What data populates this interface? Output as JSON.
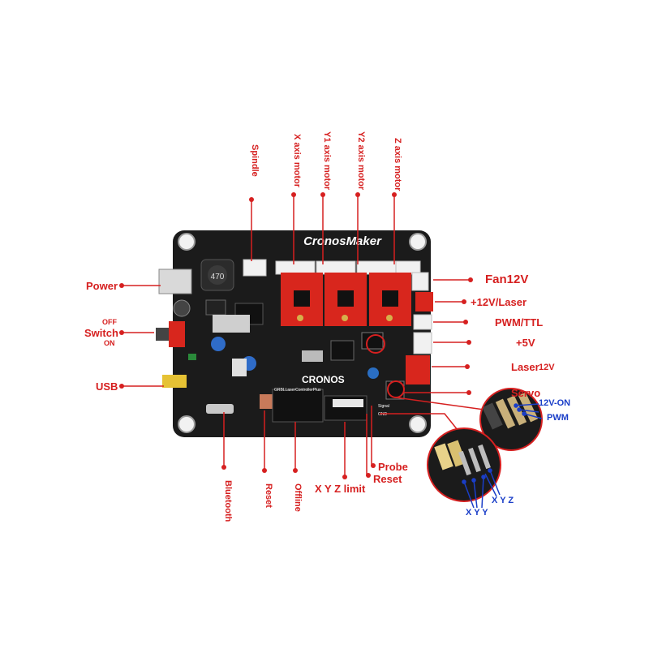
{
  "brand": "CronosMaker",
  "board_print": {
    "logo": "CRONOS",
    "model": "GRBLLaserControllerPlus",
    "signal": "Signal",
    "gnd": "GND",
    "inductor": "470"
  },
  "labels": {
    "spindle": "Spindle",
    "x_motor": "X axis motor",
    "y1_motor": "Y1 axis motor",
    "y2_motor": "Y2 axis motor",
    "z_motor": "Z axis motor",
    "power": "Power",
    "switch": "Switch",
    "switch_off": "OFF",
    "switch_on": "ON",
    "usb": "USB",
    "fan12v": "Fan12V",
    "laser12v_ttl": "+12V/Laser",
    "pwm_ttl": "PWM/TTL",
    "plus5v": "+5V",
    "laser": "Laser",
    "laser_v": "12V",
    "servo": "Servo",
    "bluetooth": "Bluetooth",
    "reset": "Reset",
    "offline": "Offline",
    "xyz_limit": "X Y Z limit",
    "probe": "Probe",
    "reset2": "Reset"
  },
  "insets": {
    "servo": {
      "v12_on": "12V-ON",
      "pwm": "PWM"
    },
    "limit": {
      "xyy": "X Y Y",
      "xyz": "X Y Z"
    }
  },
  "colors": {
    "label_red": "#d62020",
    "inset_blue": "#1a3ec8",
    "board_black": "#1b1b1b",
    "driver_red": "#d8261d"
  }
}
